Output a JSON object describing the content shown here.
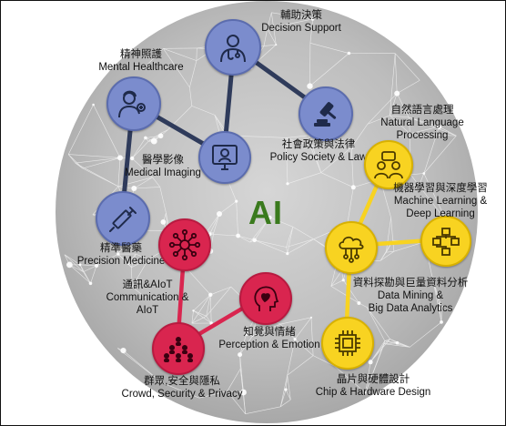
{
  "center_label": "AI",
  "colors": {
    "blue": "#7b8ccd",
    "red": "#d9254f",
    "yellow": "#f8d321",
    "center_text": "#3a7a1d",
    "link_blue": "#2f3b5b",
    "link_red": "#d9254f",
    "link_yellow": "#f8d321"
  },
  "nodes": {
    "decision": {
      "zh": "輔助決策",
      "en": "Decision Support",
      "icon": "doctor-icon"
    },
    "mental": {
      "zh": "精神照護",
      "en": "Mental Healthcare",
      "icon": "caregiver-icon"
    },
    "policy": {
      "zh": "社會政策與法律",
      "en": "Policy Society & Law",
      "icon": "gavel-icon"
    },
    "imaging": {
      "zh": "醫學影像",
      "en": "Medical Imaging",
      "icon": "monitor-icon"
    },
    "precision": {
      "zh": "精準醫藥",
      "en": "Precision Medicine",
      "icon": "syringe-icon"
    },
    "nlp": {
      "zh": "自然語言處理",
      "en_lines": [
        "Natural Language",
        "Processing"
      ],
      "icon": "conversation-icon"
    },
    "ml": {
      "zh": "機器學習與深度學習",
      "en_lines": [
        "Machine Learning &",
        "Deep Learning"
      ],
      "icon": "network-icon"
    },
    "datamining": {
      "zh": "資料探勘與巨量資料分析",
      "en_lines": [
        "Data Mining &",
        "Big Data Analytics"
      ],
      "icon": "cloud-icon"
    },
    "chip": {
      "zh": "晶片與硬體設計",
      "en": "Chip & Hardware Design",
      "icon": "chip-icon"
    },
    "comm": {
      "zh": "通訊&AIoT",
      "en_lines": [
        "Communication &",
        "AIoT"
      ],
      "icon": "hub-icon"
    },
    "perception": {
      "zh": "知覺與情緒",
      "en": "Perception & Emotion",
      "icon": "head-heart-icon"
    },
    "crowd": {
      "zh": "群眾,安全與隱私",
      "en": "Crowd, Security & Privacy",
      "icon": "crowd-icon"
    }
  }
}
